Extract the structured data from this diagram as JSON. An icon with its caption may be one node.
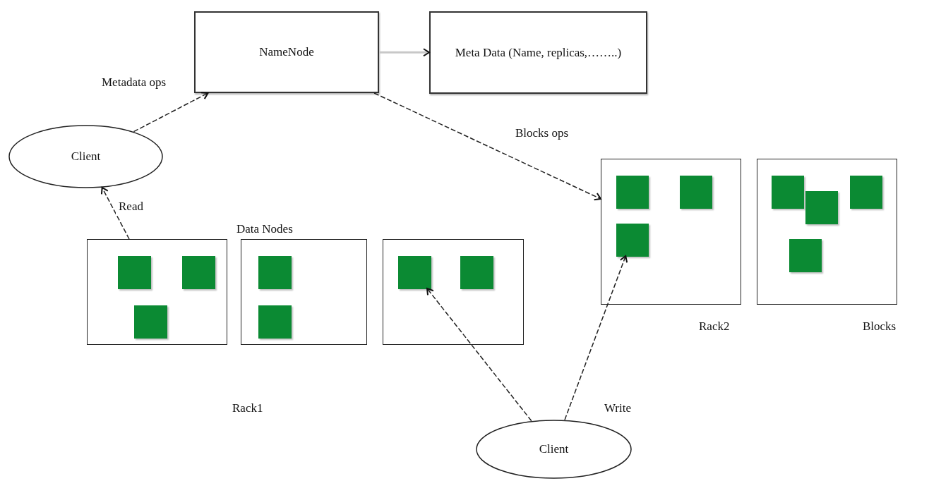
{
  "diagram": {
    "nodes": [
      {
        "text": [
          "NameNode"
        ]
      },
      {
        "text": [
          "Meta Data (Name, replicas,……..)"
        ]
      },
      {
        "text": [
          "Client"
        ]
      },
      {
        "text": [],
        "shape": "box"
      },
      {
        "text": [],
        "shape": "box"
      },
      {
        "text": [],
        "shape": "box"
      },
      {
        "text": [],
        "shape": "box"
      },
      {
        "text": [],
        "shape": "box"
      },
      {
        "text": [],
        "shape": "box",
        "in": 3
      },
      {
        "text": [],
        "shape": "box",
        "in": 3
      },
      {
        "text": [],
        "shape": "box",
        "in": 3
      },
      {
        "text": [],
        "shape": "box",
        "in": 4
      },
      {
        "text": [],
        "shape": "box",
        "in": 4
      },
      {
        "text": [],
        "shape": "box",
        "in": 5
      },
      {
        "text": [],
        "shape": "box",
        "in": 5
      },
      {
        "text": [],
        "shape": "box",
        "in": 6
      },
      {
        "text": [],
        "shape": "box",
        "in": 6
      },
      {
        "text": [],
        "shape": "box",
        "in": 6
      },
      {
        "text": [],
        "shape": "box",
        "in": 7
      },
      {
        "text": [],
        "shape": "box",
        "in": 7
      },
      {
        "text": [],
        "shape": "box",
        "in": 7
      },
      {
        "text": [],
        "shape": "box",
        "in": 7
      },
      {
        "text": [
          "Client"
        ]
      }
    ],
    "edges": [
      {
        "from": 2,
        "to": 0,
        "arrow": "to",
        "label": "Metadata ops",
        "style": "dashed"
      },
      {
        "from": 0,
        "to": 1,
        "arrow": "to",
        "color": "#c8c8c8"
      },
      {
        "from": 0,
        "to": 6,
        "arrow": "to",
        "label": "Blocks ops",
        "style": "dashed"
      },
      {
        "from": 3,
        "to": 2,
        "arrow": "to",
        "label": "Read",
        "style": "dashed"
      },
      {
        "from": 22,
        "to": 13,
        "arrow": "to",
        "style": "dashed"
      },
      {
        "from": 22,
        "to": 17,
        "arrow": "to",
        "label": "Write",
        "style": "dashed"
      }
    ],
    "labels": [
      "Data Nodes",
      "Rack1",
      "Rack2",
      "Blocks"
    ]
  }
}
